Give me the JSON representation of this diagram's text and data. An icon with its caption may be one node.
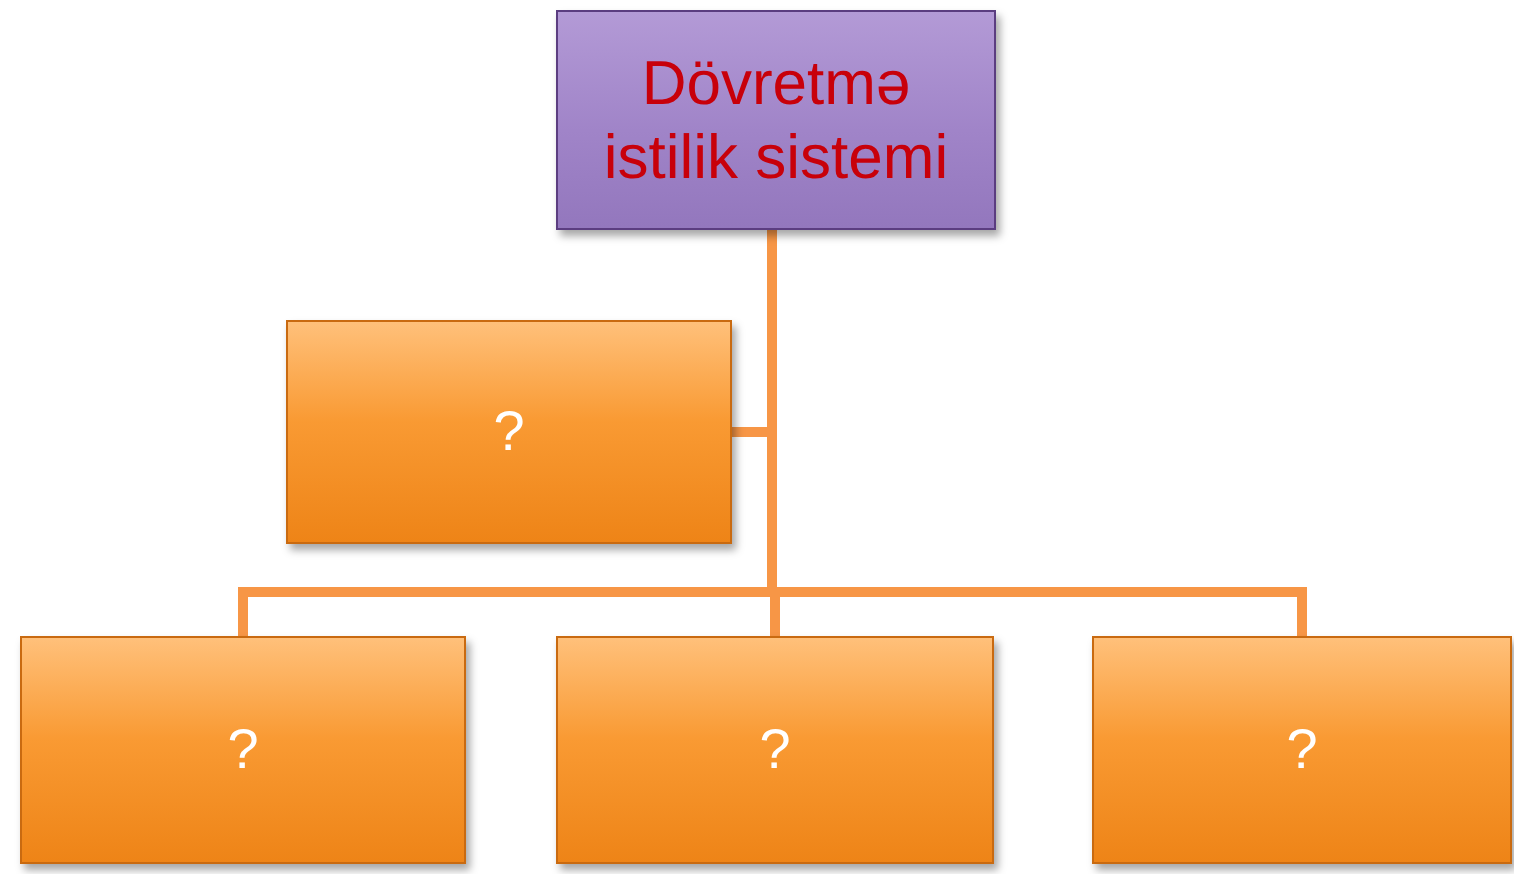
{
  "diagram": {
    "nodes": [
      {
        "text": [
          "Dövretmə istilik sistemi"
        ]
      },
      {
        "text": [
          "?"
        ]
      },
      {
        "text": [
          "?"
        ]
      },
      {
        "text": [
          "?"
        ]
      },
      {
        "text": [
          "?"
        ]
      }
    ],
    "edges": [
      {
        "from": 0,
        "to": 1,
        "arrow": "none"
      },
      {
        "from": 0,
        "to": 2,
        "arrow": "none"
      },
      {
        "from": 0,
        "to": 3,
        "arrow": "none"
      },
      {
        "from": 0,
        "to": 4,
        "arrow": "none"
      }
    ]
  }
}
